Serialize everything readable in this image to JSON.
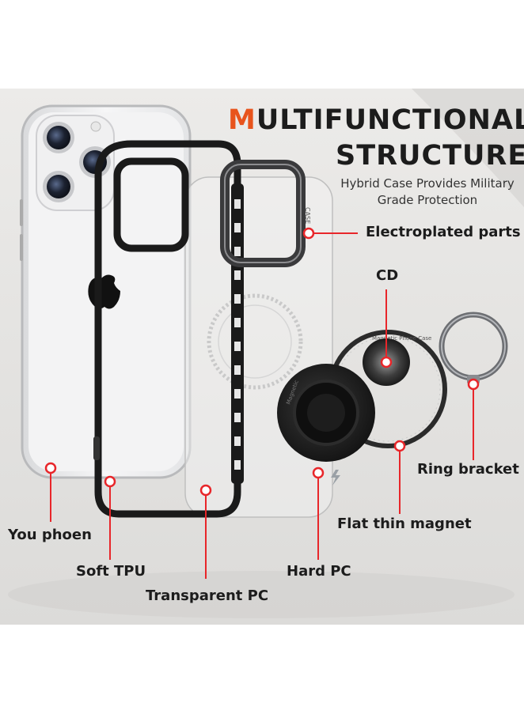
{
  "heading": {
    "first_letter": "M",
    "line1_rest": "ULTIFUNCTIONAL",
    "line2": "STRUCTURE"
  },
  "subheading": {
    "line1": "Hybrid Case Provides Military",
    "line2": "Grade Protection"
  },
  "callouts": {
    "electroplated": "Electroplated parts",
    "cd": "CD",
    "ring_bracket": "Ring bracket",
    "flat_magnet": "Flat thin magnet",
    "you_phoen": "You phoen",
    "soft_tpu": "Soft TPU",
    "hard_pc": "Hard PC",
    "transparent_pc": "Transparent PC"
  },
  "engraved": {
    "ring_text": "Magnetic Phone Case",
    "holder_text": "Magnetic",
    "case_tag": "CASE"
  },
  "colors": {
    "accent": "#e8541d",
    "leader": "#e8262a",
    "text": "#1c1c1c"
  }
}
